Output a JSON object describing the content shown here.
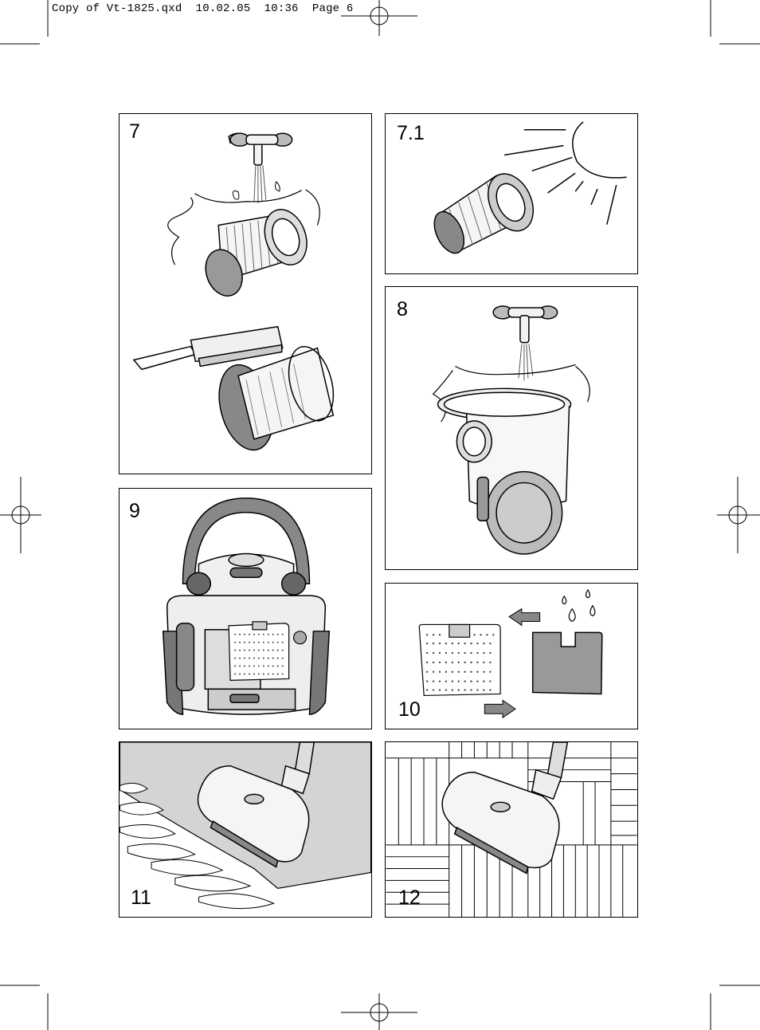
{
  "slug": {
    "file": "Copy of Vt-1825.qxd",
    "date": "10.02.05",
    "time": "10:36",
    "page_label": "Page",
    "page_number": "6"
  },
  "figures": [
    {
      "label": "7"
    },
    {
      "label": "7.1"
    },
    {
      "label": "8"
    },
    {
      "label": "9"
    },
    {
      "label": "10"
    },
    {
      "label": "11"
    },
    {
      "label": "12"
    }
  ]
}
